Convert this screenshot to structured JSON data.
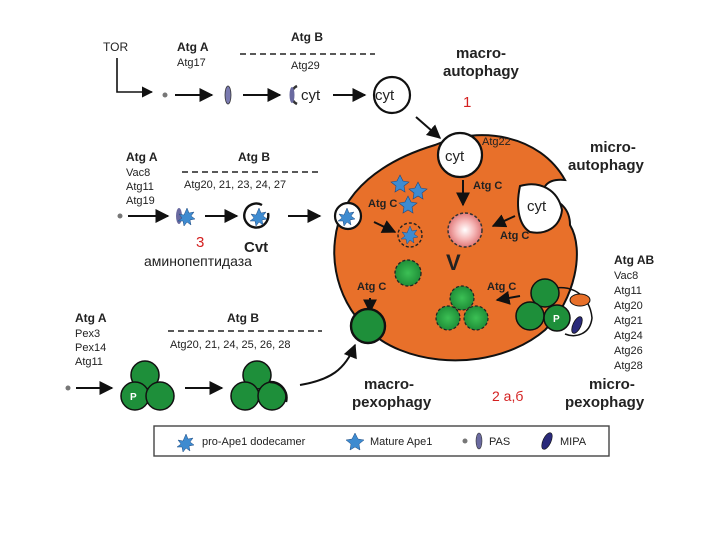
{
  "row1": {
    "tor": "TOR",
    "atgA": "Atg A",
    "atg17": "Atg17",
    "atgB": "Atg B",
    "atg29": "Atg29",
    "cyt1": "cyt",
    "cyt2": "cyt",
    "title": [
      "macro-",
      "autophagy"
    ],
    "num": "1"
  },
  "row2": {
    "atgA": "Atg A",
    "genes": [
      "Vac8",
      "Atg11",
      "Atg19"
    ],
    "atgB": "Atg B",
    "atgBList": "Atg20, 21, 23, 24, 27",
    "num": "3",
    "cvt": "Cvt",
    "enzyme": "аминопептидаза"
  },
  "row3": {
    "atgA": "Atg A",
    "genes": [
      "Pex3",
      "Pex14",
      "Atg11"
    ],
    "atgB": "Atg B",
    "atgBList": "Atg20, 21, 24, 25, 26, 28",
    "p": "P",
    "title": [
      "macro-",
      "pexophagy"
    ]
  },
  "vacuole": {
    "v": "V",
    "cytTop": "cyt",
    "atg22": "Atg22",
    "cytRight": "cyt",
    "atgc": "Atg C"
  },
  "micro": {
    "title": [
      "micro-",
      "autophagy"
    ],
    "atgAB": "Atg AB",
    "genes": [
      "Vac8",
      "Atg11",
      "Atg20",
      "Atg21",
      "Atg24",
      "Atg26",
      "Atg28"
    ],
    "p": "P",
    "pexTitle": [
      "micro-",
      "pexophagy"
    ],
    "num": "2 а,б"
  },
  "legend": {
    "items": [
      "pro-Ape1 dodecamer",
      "Mature Ape1",
      "PAS",
      "MIPA"
    ]
  },
  "colors": {
    "vacuole": "#e8702a",
    "green": "#1e8f3a",
    "red": "#d42020"
  }
}
